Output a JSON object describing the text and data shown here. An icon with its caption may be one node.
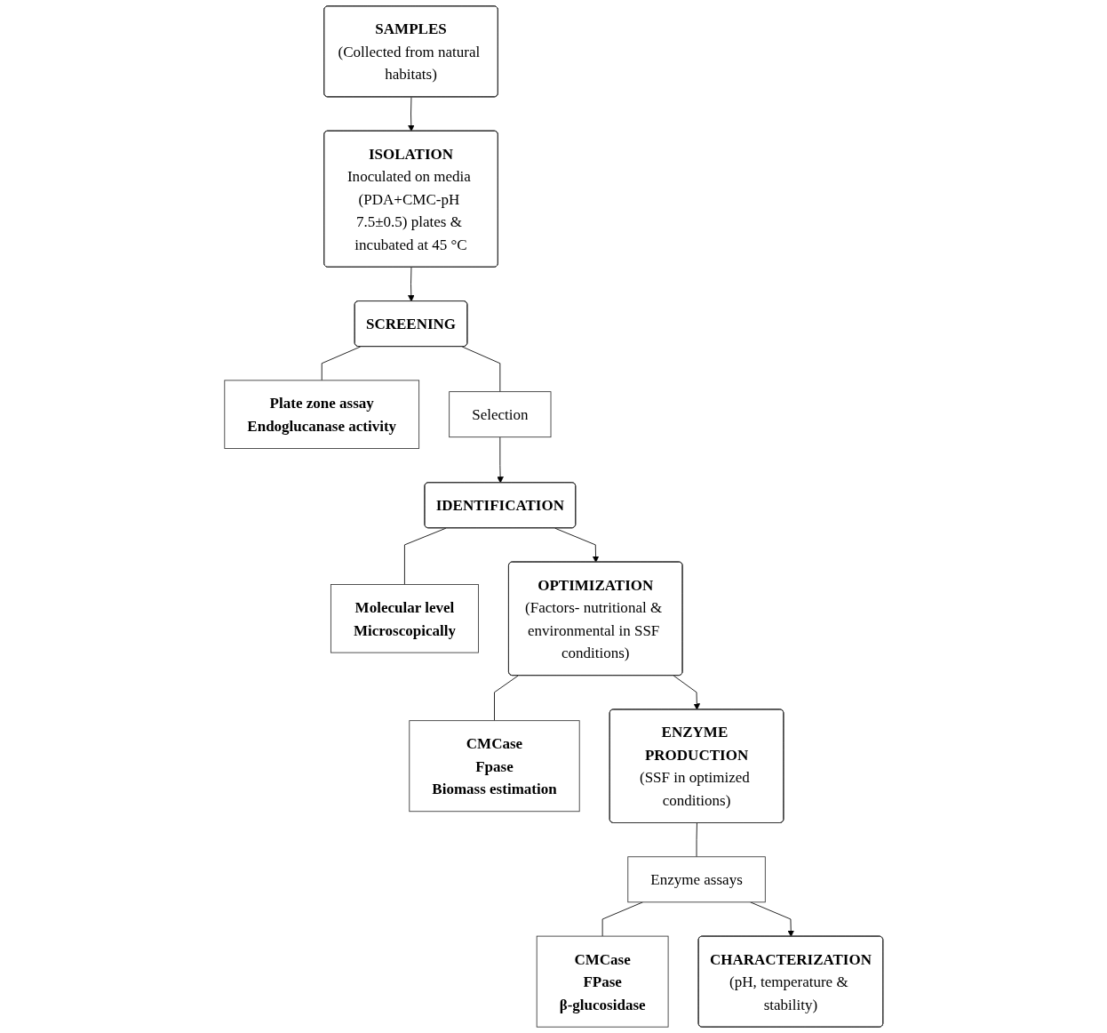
{
  "diagram": {
    "nodes": [
      {
        "text": [
          "SAMPLES",
          "(Collected from natural habitats)"
        ]
      },
      {
        "text": [
          "ISOLATION",
          "Inoculated on media (PDA+CMC-pH 7.5±0.5) plates & incubated at 45 °C"
        ]
      },
      {
        "text": [
          "SCREENING"
        ]
      },
      {
        "text": [
          "Plate zone assay",
          "Endoglucanase activity"
        ]
      },
      {
        "text": [
          "Selection"
        ]
      },
      {
        "text": [
          "IDENTIFICATION"
        ]
      },
      {
        "text": [
          "Molecular level",
          "Microscopically"
        ]
      },
      {
        "text": [
          "OPTIMIZATION",
          "(Factors- nutritional & environmental in SSF conditions)"
        ]
      },
      {
        "text": [
          "CMCase",
          "Fpase",
          "Biomass estimation"
        ]
      },
      {
        "text": [
          "ENZYME PRODUCTION",
          "(SSF in optimized conditions)"
        ]
      },
      {
        "text": [
          "Enzyme assays"
        ]
      },
      {
        "text": [
          "CMCase",
          "FPase",
          "β-glucosidase"
        ]
      },
      {
        "text": [
          "CHARACTERIZATION",
          "(pH, temperature & stability)"
        ]
      }
    ],
    "edges": [
      {
        "from": 0,
        "to": 1,
        "arrow": "to"
      },
      {
        "from": 1,
        "to": 2,
        "arrow": "to"
      },
      {
        "from": 2,
        "to": 3,
        "arrow": "none"
      },
      {
        "from": 2,
        "to": 4,
        "arrow": "none"
      },
      {
        "from": 4,
        "to": 5,
        "arrow": "to"
      },
      {
        "from": 5,
        "to": 6,
        "arrow": "none"
      },
      {
        "from": 5,
        "to": 7,
        "arrow": "to"
      },
      {
        "from": 7,
        "to": 8,
        "arrow": "none"
      },
      {
        "from": 7,
        "to": 9,
        "arrow": "to"
      },
      {
        "from": 9,
        "to": 10,
        "arrow": "none"
      },
      {
        "from": 10,
        "to": 11,
        "arrow": "none"
      },
      {
        "from": 10,
        "to": 12,
        "arrow": "to"
      }
    ]
  }
}
